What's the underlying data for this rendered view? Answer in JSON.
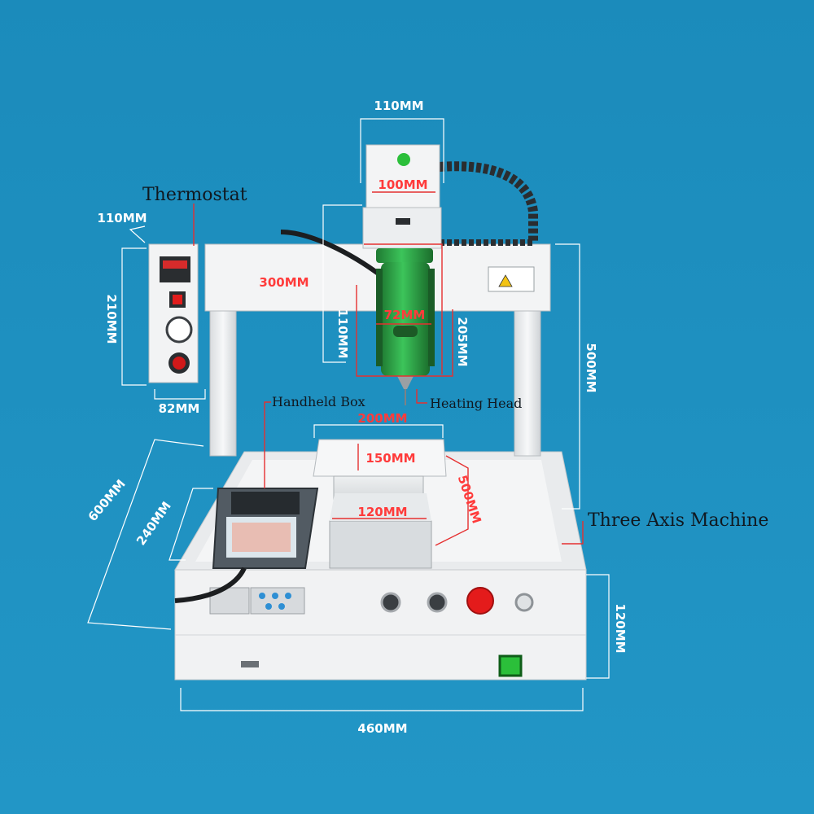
{
  "colors": {
    "background": "#1e8fbf",
    "machine_body": "#f2f3f4",
    "heating_head": "#2fa84a",
    "dimension_white": "#ffffff",
    "dimension_red": "#ff3b3b",
    "callout_line": "#e53030",
    "emergency_stop": "#e41b1b",
    "power_switch": "#2bbf3a"
  },
  "callouts": {
    "thermostat": "Thermostat",
    "handheld_box": "Handheld Box",
    "heating_head": "Heating Head",
    "three_axis_machine": "Three Axis Machine"
  },
  "dimensions": {
    "head_top_width": "110MM",
    "head_inner_width": "100MM",
    "thermostat_depth": "110MM",
    "thermostat_height": "210MM",
    "thermostat_width": "82MM",
    "gantry_span": "300MM",
    "head_height": "110MM",
    "heater_diameter": "72MM",
    "heater_height": "205MM",
    "machine_height": "500MM",
    "table_width": "200MM",
    "table_inner": "150MM",
    "table_travel": "500MM",
    "carriage_width": "120MM",
    "base_depth": "600MM",
    "handheld_width": "240MM",
    "base_height": "120MM",
    "base_width": "460MM"
  }
}
